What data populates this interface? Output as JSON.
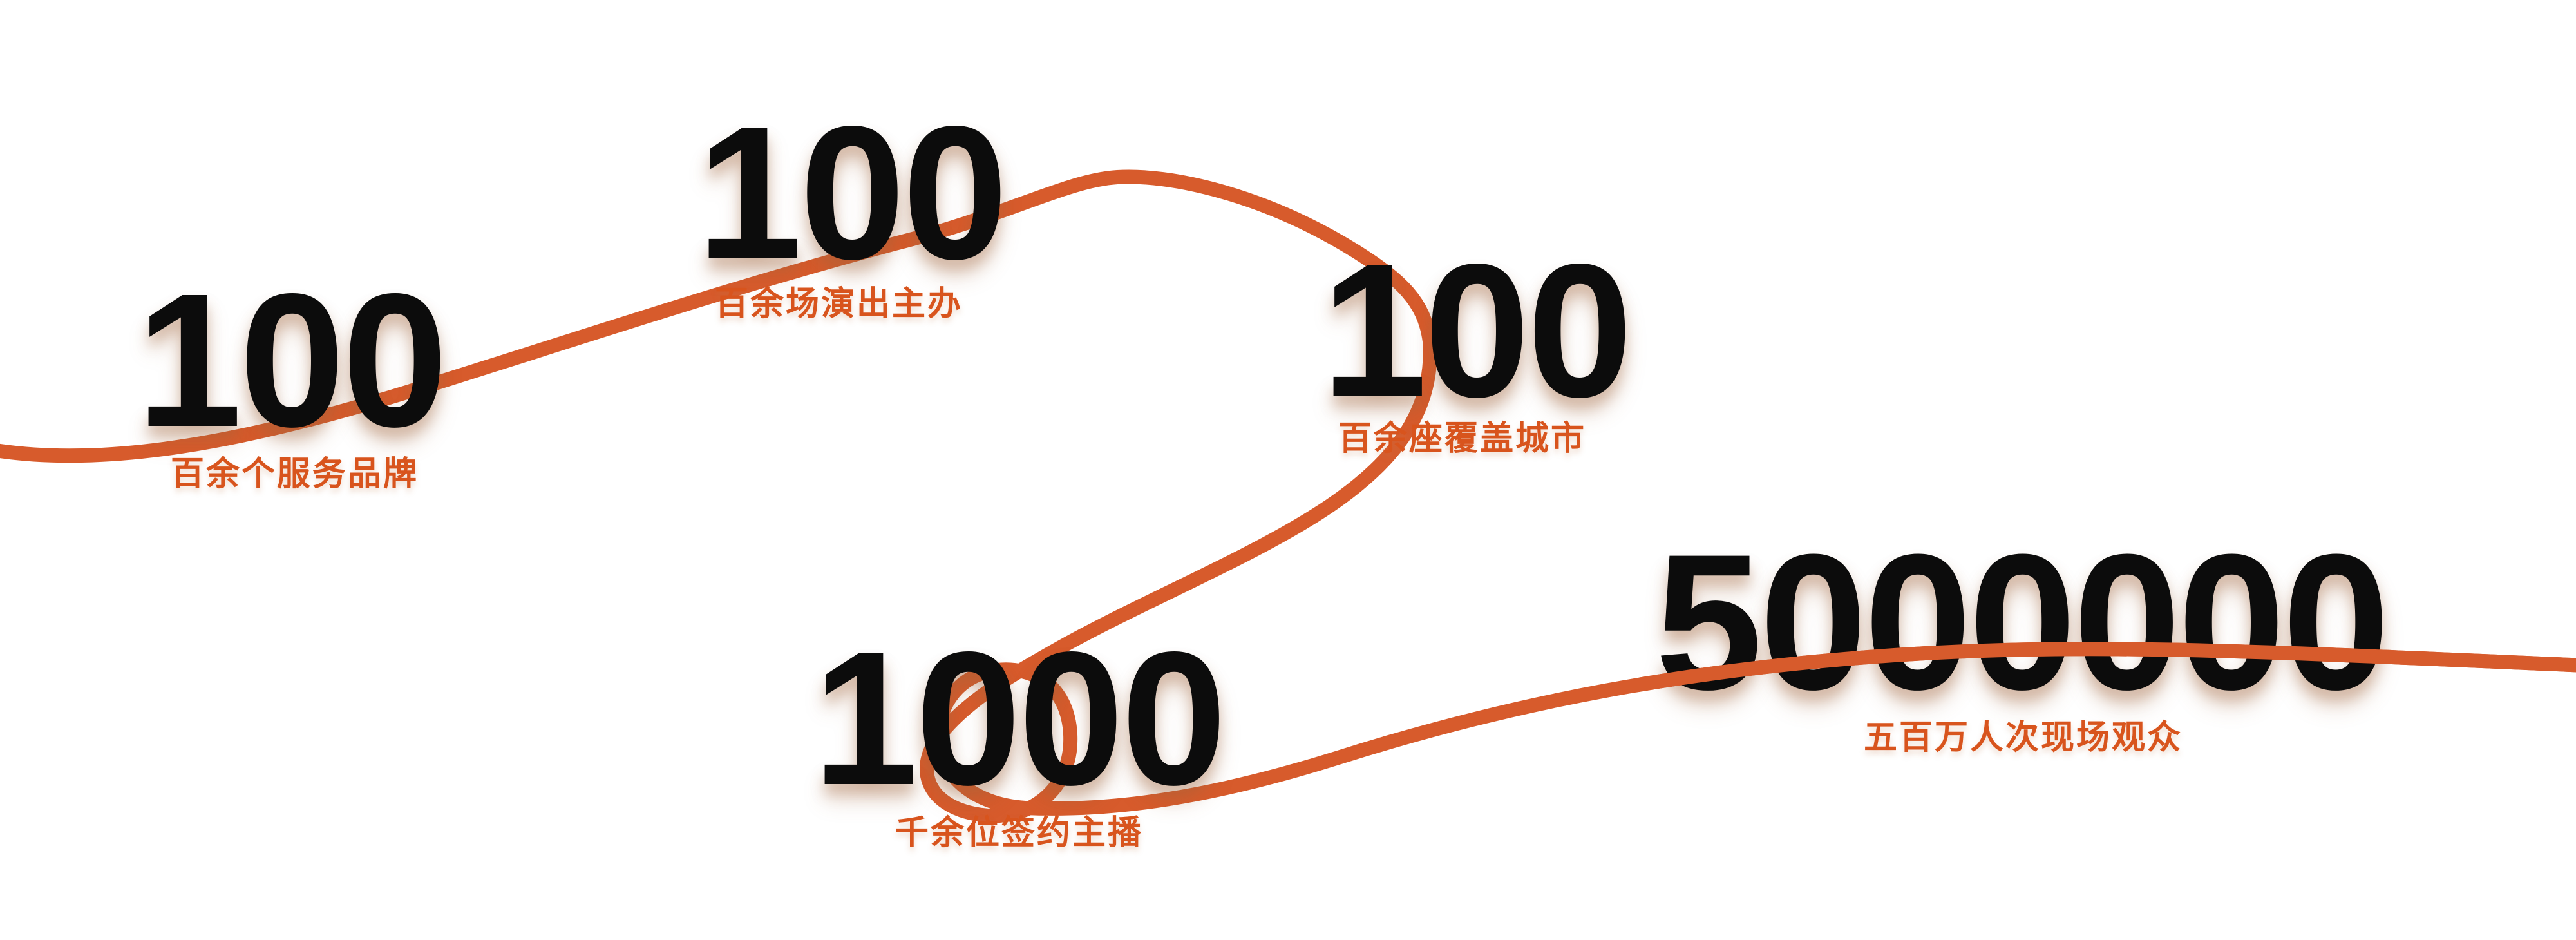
{
  "colors": {
    "background": "#FFFFFF",
    "line": "#D75B2C",
    "number": "#0C0C0C",
    "label": "#D8541D"
  },
  "stats": [
    {
      "value": "100",
      "label": "百余个服务品牌"
    },
    {
      "value": "100",
      "label": "百余场演出主办"
    },
    {
      "value": "100",
      "label": "百余座覆盖城市"
    },
    {
      "value": "1000",
      "label": "千余位签约主播"
    },
    {
      "value": "5000000",
      "label": "五百万人次现场观众"
    }
  ]
}
